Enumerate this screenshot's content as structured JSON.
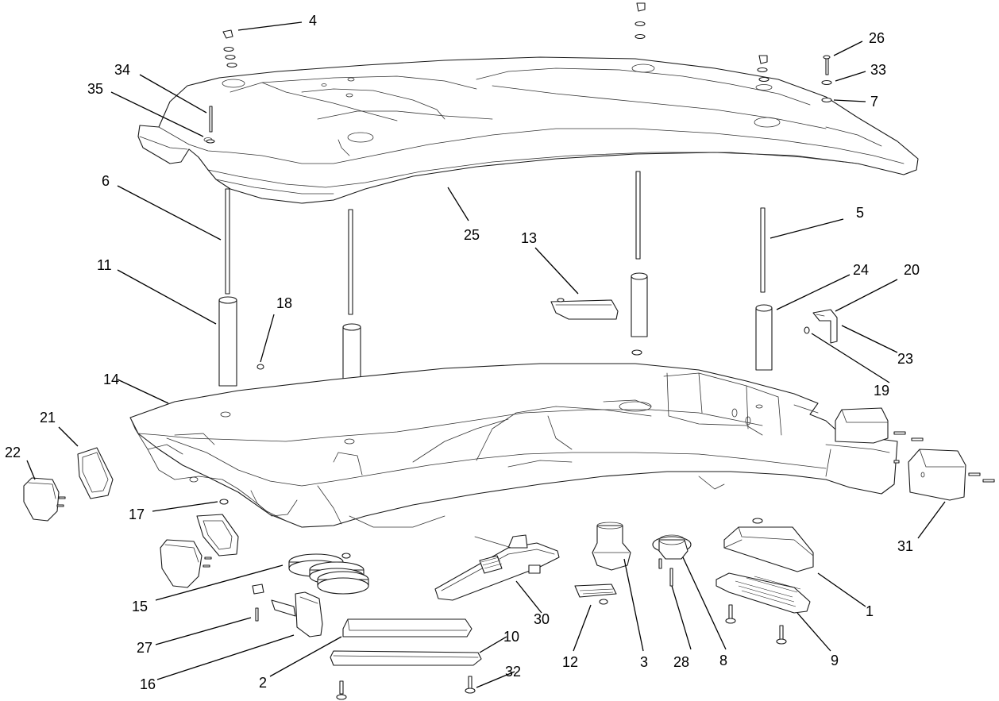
{
  "diagram": {
    "callouts": [
      "1",
      "2",
      "3",
      "4",
      "5",
      "6",
      "7",
      "8",
      "9",
      "10",
      "11",
      "12",
      "13",
      "14",
      "15",
      "16",
      "17",
      "18",
      "19",
      "20",
      "21",
      "22",
      "23",
      "24",
      "25",
      "26",
      "27",
      "28",
      "30",
      "31",
      "32",
      "33",
      "34",
      "35"
    ]
  }
}
